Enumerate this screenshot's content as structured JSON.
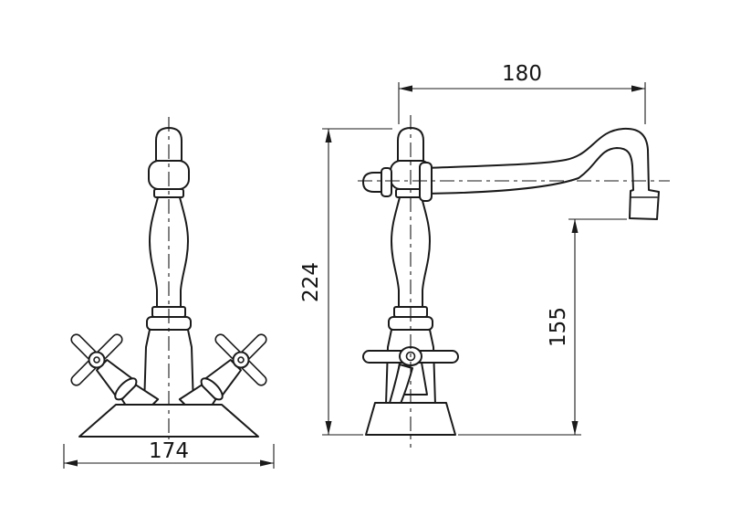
{
  "page": {
    "background": "#ffffff",
    "line_color": "#1a1a1a"
  },
  "drawing": {
    "kind": "technical-dimension-drawing",
    "subject": "two-handle classic mixer faucet, front view and side view",
    "dimensions": {
      "spout_reach": "180",
      "overall_height": "224",
      "spout_outlet_height": "155",
      "overall_width": "174"
    }
  }
}
